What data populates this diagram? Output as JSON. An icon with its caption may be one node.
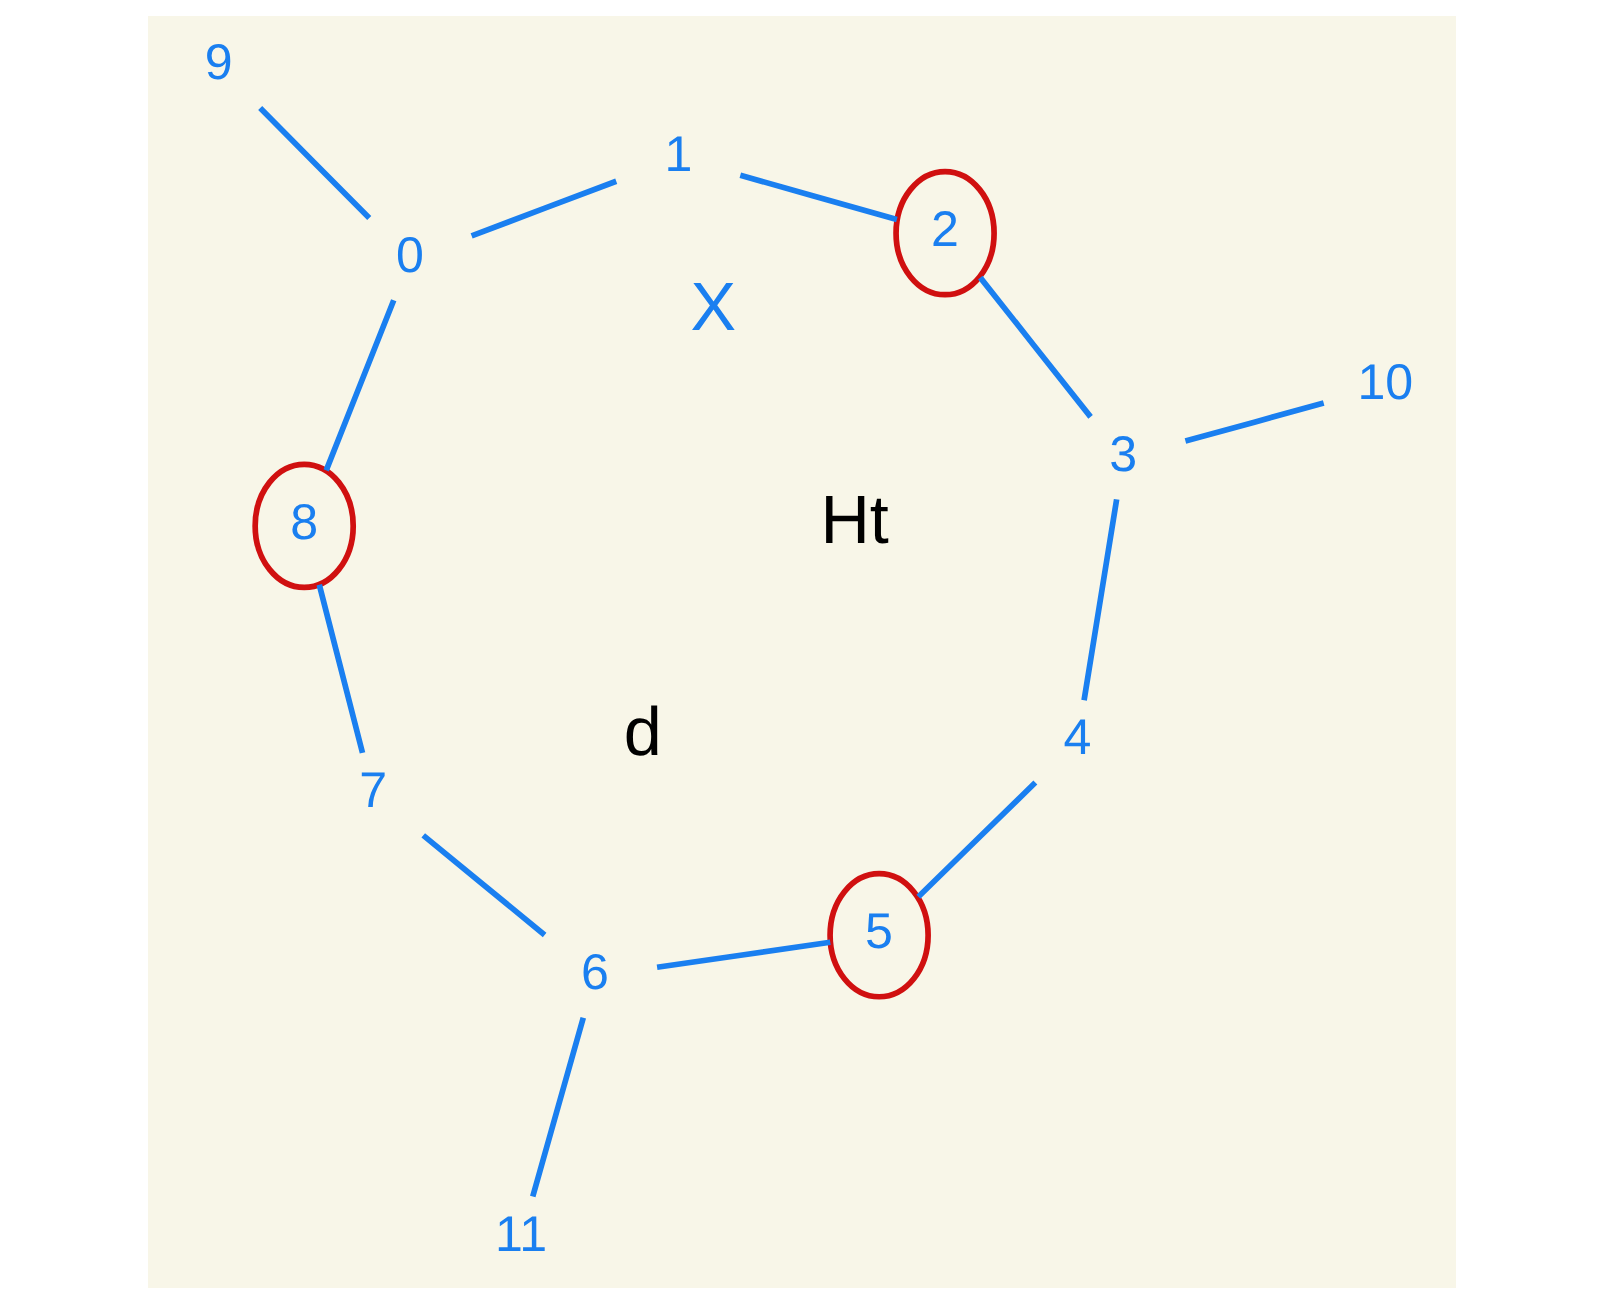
{
  "diagram": {
    "nodes": [
      {
        "text": [
          "9"
        ]
      },
      {
        "text": [
          "0"
        ]
      },
      {
        "text": [
          "8"
        ]
      },
      {
        "text": [
          "1"
        ]
      },
      {
        "text": [
          "2"
        ]
      },
      {
        "text": [
          "7"
        ]
      },
      {
        "text": [
          "6"
        ]
      },
      {
        "text": [
          "3"
        ]
      },
      {
        "text": [
          "11"
        ]
      },
      {
        "text": [
          "5"
        ]
      },
      {
        "text": [
          "4"
        ]
      },
      {
        "text": [
          "10"
        ]
      }
    ],
    "edges": [
      {
        "from": 0,
        "to": 1,
        "arrow": "none"
      },
      {
        "from": 1,
        "to": 2,
        "arrow": "none"
      },
      {
        "from": 1,
        "to": 3,
        "arrow": "none"
      },
      {
        "from": 3,
        "to": 4,
        "arrow": "none"
      },
      {
        "from": 4,
        "to": 7,
        "arrow": "none"
      },
      {
        "from": 7,
        "to": 10,
        "arrow": "none"
      },
      {
        "from": 7,
        "to": 11,
        "arrow": "none"
      },
      {
        "from": 10,
        "to": 9,
        "arrow": "none"
      },
      {
        "from": 9,
        "to": 6,
        "arrow": "none"
      },
      {
        "from": 6,
        "to": 8,
        "arrow": "none"
      },
      {
        "from": 6,
        "to": 5,
        "arrow": "none"
      },
      {
        "from": 5,
        "to": 2,
        "arrow": "none"
      }
    ],
    "labels": [
      "Ht",
      "d",
      "X"
    ]
  }
}
